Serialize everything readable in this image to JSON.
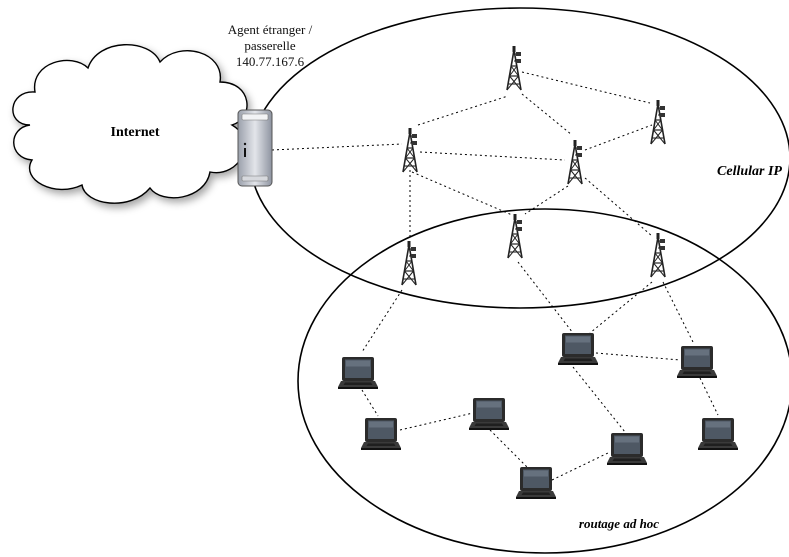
{
  "internet": {
    "label": "Internet"
  },
  "gateway": {
    "line1": "Agent étranger /",
    "line2": "passerelle",
    "ip": "140.77.167.6"
  },
  "regions": {
    "cellular_label": "Cellular IP",
    "adhoc_label": "routage ad hoc"
  },
  "colors": {
    "stroke": "#000000",
    "cloud_fill": "#ffffff",
    "server_body": "#c9ccd3",
    "laptop_body": "#2b2b2b",
    "laptop_screen": "#505a66",
    "tower": "#2a2a2a"
  },
  "icons": {
    "cloud": "cloud-icon",
    "server": "server-icon",
    "tower": "cell-tower-icon",
    "laptop": "laptop-icon"
  }
}
